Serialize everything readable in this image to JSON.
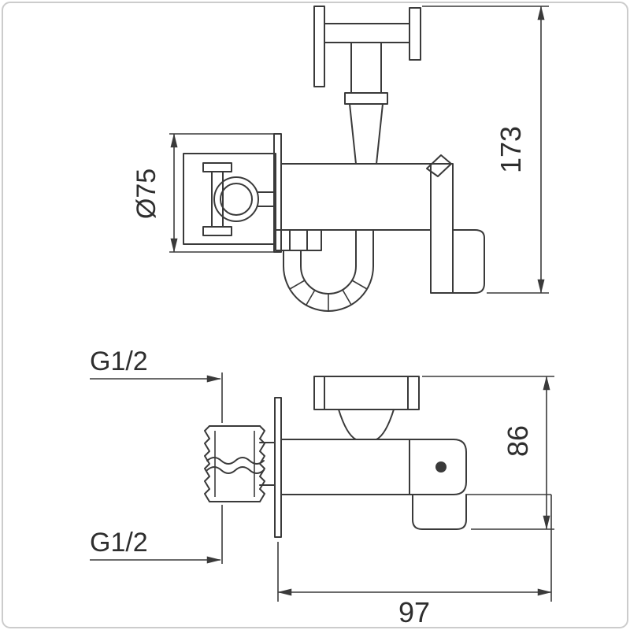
{
  "colors": {
    "line": "#3a3a3a",
    "text": "#2e2e2e",
    "border": "#cccccc",
    "background": "#ffffff"
  },
  "side_view": {
    "labels": {
      "diameter": "Ø75",
      "height": "173"
    }
  },
  "front_view": {
    "labels": {
      "thread_top": "G1/2",
      "thread_bottom": "G1/2",
      "height": "86",
      "width": "97"
    }
  }
}
